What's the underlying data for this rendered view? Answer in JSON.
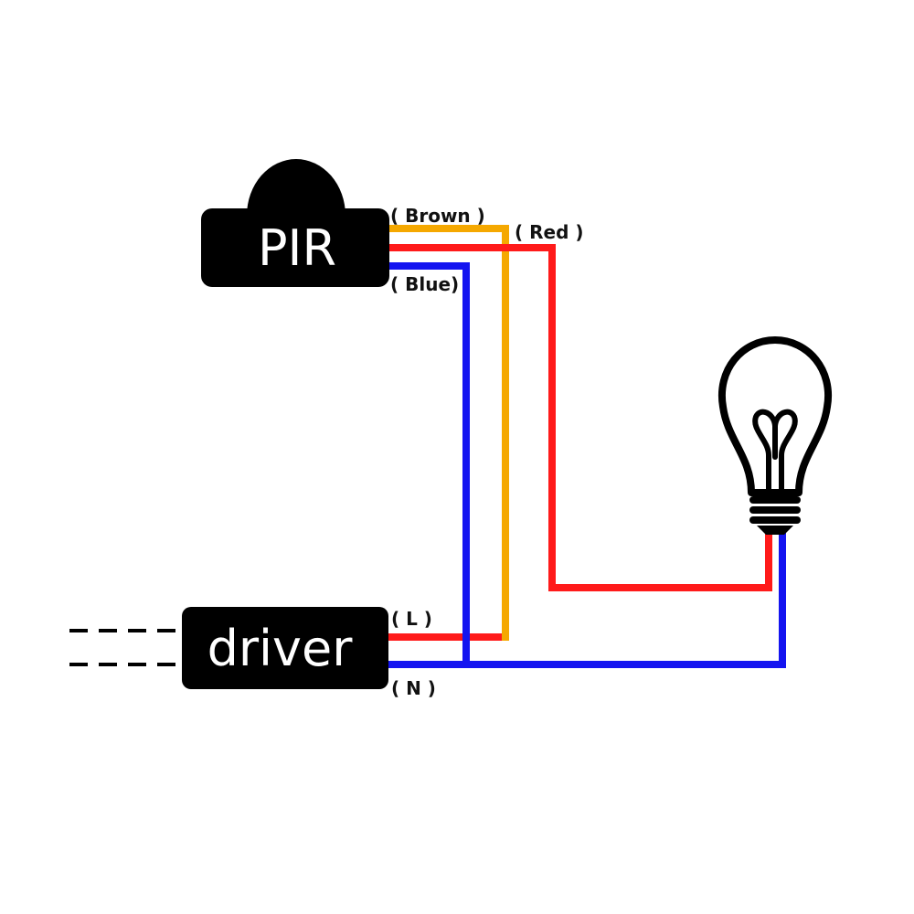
{
  "pir": {
    "label": "PIR"
  },
  "driver": {
    "label": "driver"
  },
  "wires": {
    "brown": {
      "label": "( Brown )",
      "color": "#F5A800"
    },
    "red": {
      "label": "( Red )",
      "color": "#FF1A1A"
    },
    "blue": {
      "label": "( Blue)",
      "color": "#1414F0"
    }
  },
  "terminals": {
    "l": "( L )",
    "n": "( N )"
  },
  "icons": {
    "lamp": "light-bulb-icon"
  },
  "colors": {
    "device": "#000000",
    "background": "#FFFFFF"
  }
}
